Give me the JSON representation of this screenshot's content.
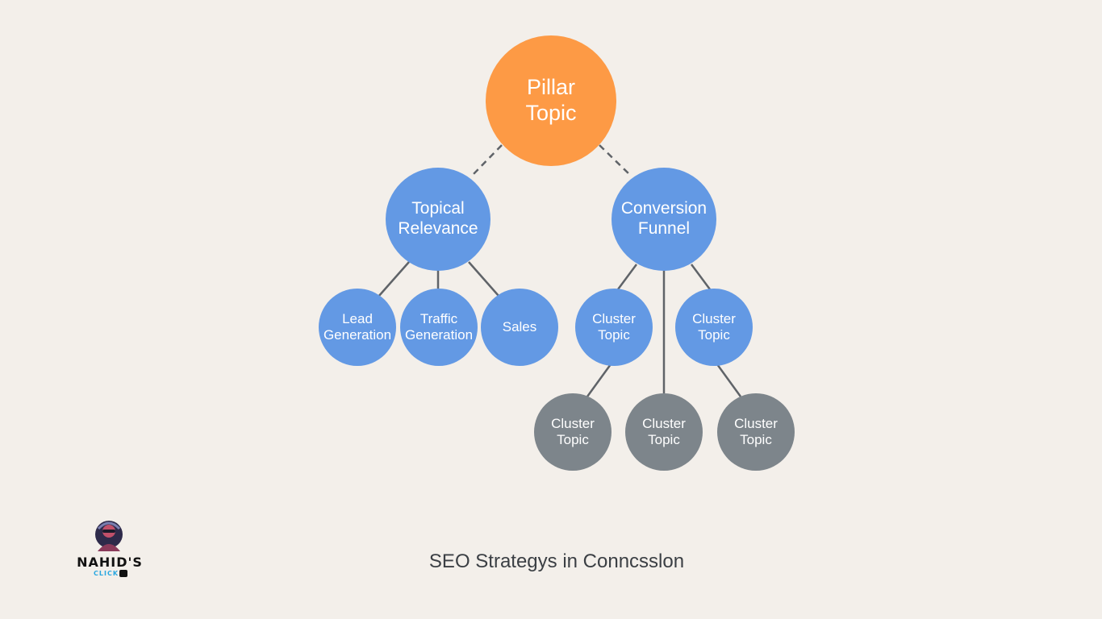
{
  "colors": {
    "background": "#f3efea",
    "pillar": "#fd9a45",
    "topic": "#6399e4",
    "leaf": "#7d858b",
    "connector": "#5f6368"
  },
  "diagram": {
    "pillar": {
      "label_line1": "Pillar",
      "label_line2": "Topic"
    },
    "topical_relevance": {
      "label_line1": "Topical",
      "label_line2": "Relevance"
    },
    "conversion_funnel": {
      "label_line1": "Conversion",
      "label_line2": "Funnel"
    },
    "lead_generation": {
      "label_line1": "Lead",
      "label_line2": "Generation"
    },
    "traffic_generation": {
      "label_line1": "Traffic",
      "label_line2": "Generation"
    },
    "sales": {
      "label": "Sales"
    },
    "cluster_left": {
      "label_line1": "Cluster",
      "label_line2": "Topic"
    },
    "cluster_right": {
      "label_line1": "Cluster",
      "label_line2": "Topic"
    },
    "leaf_1": {
      "label_line1": "Cluster",
      "label_line2": "Topic"
    },
    "leaf_2": {
      "label_line1": "Cluster",
      "label_line2": "Topic"
    },
    "leaf_3": {
      "label_line1": "Cluster",
      "label_line2": "Topic"
    }
  },
  "footer": {
    "title": "SEO Strategys in Conncsslon"
  },
  "logo": {
    "name": "NAHID'S",
    "sub": "CLICK"
  }
}
